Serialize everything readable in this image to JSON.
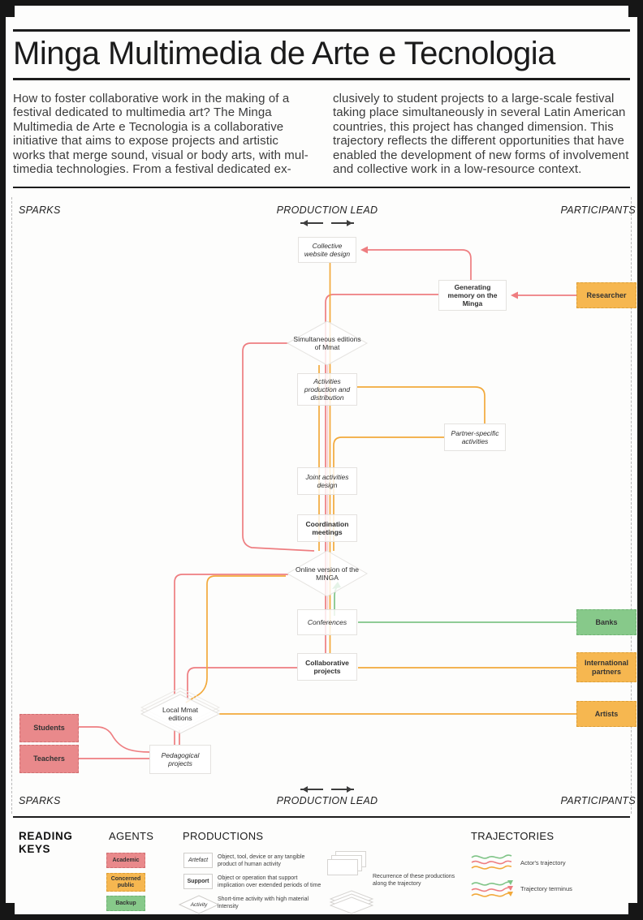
{
  "title": "Minga Multimedia de Arte e Tecnologia",
  "intro": {
    "col1": [
      "How to foster collaborative work in the making of a",
      "festival dedicated to multimedia art?  The Minga",
      "Multimedia de Arte e Tecnologia is a collaborative",
      "initiative that aims to expose projects and artistic",
      "works that merge sound, visual or body arts, with mul-",
      "timedia technologies. From a festival dedicated ex-"
    ],
    "col2": [
      "clusively to student projects to a large-scale festival",
      "taking place simultaneously in several Latin American",
      "countries, this project has changed dimension. This",
      "trajectory reflects the different opportunities that have",
      "enabled the development of new forms of involvement",
      "and collective work in a low-resource context."
    ]
  },
  "axis": {
    "sparks": "SPARKS",
    "production_lead": "PRODUCTION LEAD",
    "participants": "PARTICIPANTS"
  },
  "nodes": {
    "collective_website": "Collective website design",
    "generating_memory": "Generating memory on the Minga",
    "researcher": "Researcher",
    "simultaneous_editions": "Simultaneous editions of Mmat",
    "activities_production": "Activities production and distribution",
    "partner_specific": "Partner-specific activities",
    "joint_activities": "Joint activities design",
    "coordination_meetings": "Coordination meetings",
    "online_version": "Online version of the MINGA",
    "conferences": "Conferences",
    "banks": "Banks",
    "collaborative_projects": "Collaborative projects",
    "international_partners": "International partners",
    "local_editions": "Local Mmat editions",
    "artists": "Artists",
    "students": "Students",
    "teachers": "Teachers",
    "pedagogical_projects": "Pedagogical projects"
  },
  "legend": {
    "title": "READING KEYS",
    "agents_header": "AGENTS",
    "agents": [
      {
        "label": "Academic",
        "color": "#E9898B"
      },
      {
        "label": "Concerned public",
        "color": "#F6B750"
      },
      {
        "label": "Backup",
        "color": "#87C98A"
      }
    ],
    "productions_header": "PRODUCTIONS",
    "productions": [
      {
        "label": "Artefact",
        "desc": "Object, tool, device or any tangible\nproduct of human activity"
      },
      {
        "label": "Support",
        "desc": "Object or operation that support\nimplication over extended periods of time"
      },
      {
        "label": "Activity",
        "desc": "Short-time activity with high material\nintensity"
      }
    ],
    "recurrence_desc": "Recurrence of these productions\nalong the trajectory",
    "trajectories_header": "TRAJECTORIES",
    "trajectories": [
      {
        "label": "Actor's trajectory"
      },
      {
        "label": "Trajectory terminus"
      }
    ]
  },
  "colors": {
    "trajectory_red": "#EE7D80",
    "trajectory_orange": "#F2A93B",
    "trajectory_green": "#7FC487",
    "agent_academic": "#E9898B",
    "agent_concerned": "#F6B750",
    "agent_backup": "#87C98A"
  }
}
